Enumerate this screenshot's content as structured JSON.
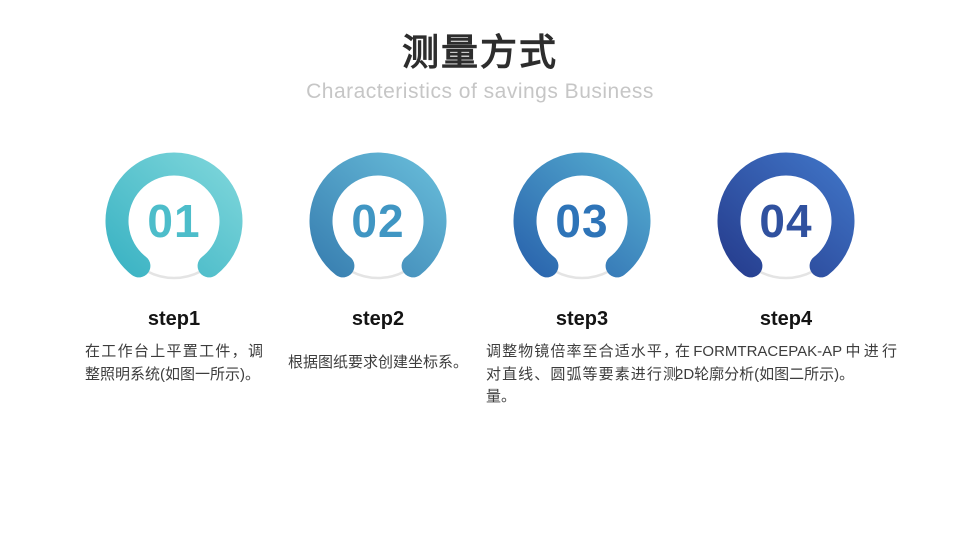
{
  "header": {
    "title": "测量方式",
    "subtitle": "Characteristics of savings Business"
  },
  "colors": {
    "title": "#2d2d2d",
    "subtitle": "#c6c6c6",
    "track": "#e4e4e4",
    "body_text": "#3d3d3d",
    "label_text": "#141414"
  },
  "steps": [
    {
      "number": "01",
      "label": "step1",
      "description": "在工作台上平置工件，调整照明系统(如图一所示)。",
      "ring_dark": "#3db4c4",
      "ring_light": "#7cd5da",
      "number_color": "#4dbdca"
    },
    {
      "number": "02",
      "label": "step2",
      "description": "根据图纸要求创建坐标系。",
      "ring_dark": "#3a81b2",
      "ring_light": "#66bad8",
      "number_color": "#4096c3"
    },
    {
      "number": "03",
      "label": "step3",
      "description": "调整物镜倍率至合适水平，对直线、圆弧等要素进行测量。",
      "ring_dark": "#2b66ae",
      "ring_light": "#54abcf",
      "number_color": "#2e74b8"
    },
    {
      "number": "04",
      "label": "step4",
      "description": "在FORMTRACEPAK-AP中进行2D轮廓分析(如图二所示)。",
      "ring_dark": "#273f90",
      "ring_light": "#3f73c5",
      "number_color": "#30519f"
    }
  ]
}
